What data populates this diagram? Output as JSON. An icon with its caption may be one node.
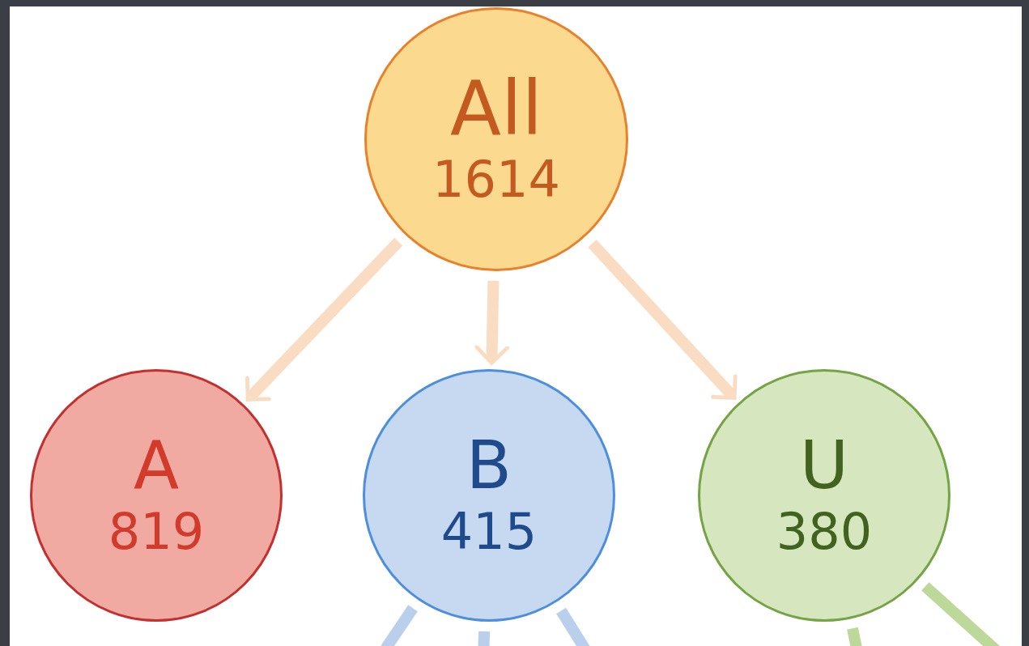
{
  "diagram": {
    "nodes": [
      {
        "text": [
          "All",
          "1614"
        ]
      },
      {
        "text": [
          "A",
          "819"
        ]
      },
      {
        "text": [
          "B",
          "415"
        ]
      },
      {
        "text": [
          "U",
          "380"
        ]
      }
    ],
    "edges": [
      {
        "from": 0,
        "to": 1,
        "arrow": "to"
      },
      {
        "from": 0,
        "to": 2,
        "arrow": "to"
      },
      {
        "from": 0,
        "to": 3,
        "arrow": "to"
      },
      {
        "from": 2,
        "to": null,
        "arrow": "none",
        "color": "#b9cfeb"
      },
      {
        "from": 2,
        "to": null,
        "arrow": "none",
        "color": "#b9cfeb"
      },
      {
        "from": 2,
        "to": null,
        "arrow": "none",
        "color": "#b9cfeb"
      },
      {
        "from": 3,
        "to": null,
        "arrow": "none",
        "color": "#bcd99a"
      },
      {
        "from": 3,
        "to": null,
        "arrow": "none",
        "color": "#bcd99a"
      }
    ]
  }
}
